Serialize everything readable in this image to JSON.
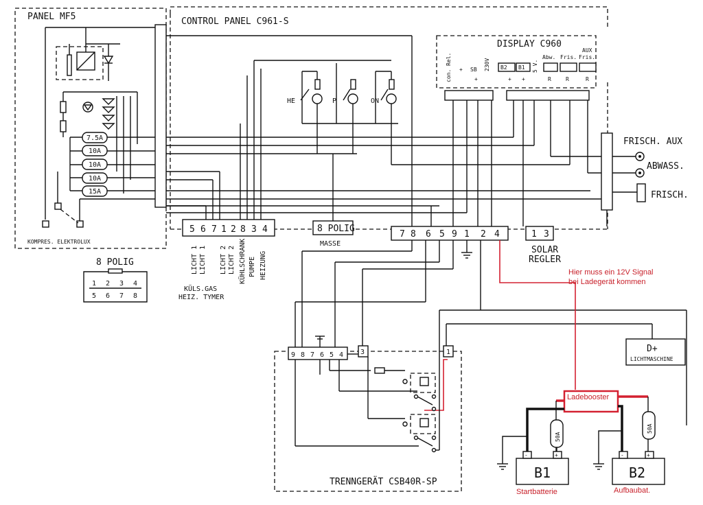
{
  "panels": {
    "mf5": "PANEL MF5",
    "c961": "CONTROL PANEL C961-S",
    "display": "DISPLAY C960",
    "trenn": "TRENNGERÄT CSB40R-SP"
  },
  "mf5": {
    "fuses": [
      "7.5A",
      "10A",
      "10A",
      "10A",
      "15A"
    ],
    "kompres": "KOMPRES. ELEKTROLUX"
  },
  "switches": [
    "HE",
    "P",
    "ON"
  ],
  "display_terms": [
    "con. Rel.",
    "+",
    "SB",
    "+",
    "230V",
    "B2",
    "B1",
    "+",
    "+",
    "5 V.",
    "R",
    "R",
    "R"
  ],
  "display_icons": [
    "Abw.",
    "Fris.",
    "AUX",
    "Fris."
  ],
  "tanks": [
    "FRISCH. AUX",
    "ABWASS.",
    "FRISCH."
  ],
  "connector_a": {
    "pins": [
      "5",
      "6",
      "7",
      "1",
      "2",
      "8",
      "3",
      "4"
    ],
    "labels": [
      "LICHT 1",
      "LICHT 1",
      "LICHT 2",
      "LICHT 2",
      "KÜHLSCHRANK",
      "PUMPE",
      "HEIZUNG"
    ],
    "bottom1": "KÜLS.GAS",
    "bottom2": "HEIZ. TYMER"
  },
  "connector_masse": {
    "title": "8 POLIG",
    "label": "MASSE"
  },
  "connector_b": {
    "pins": [
      "7",
      "8",
      "6",
      "5",
      "9",
      "1",
      "2",
      "4"
    ]
  },
  "solar": {
    "pins": [
      "1",
      "3"
    ],
    "line1": "SOLAR",
    "line2": "REGLER"
  },
  "polig_legend": {
    "title": "8 POLIG",
    "top": [
      "1",
      "2",
      "3",
      "4"
    ],
    "bottom": [
      "5",
      "6",
      "7",
      "8"
    ]
  },
  "trenn_pins": [
    "9",
    "8",
    "7",
    "6",
    "5",
    "4"
  ],
  "trenn_single": [
    "3",
    "1"
  ],
  "note": {
    "line1": "Hier muss ein 12V Signal",
    "line2": "bei Ladegerät kommen"
  },
  "dplus": {
    "title": "D+",
    "sub": "LICHTMASCHINE"
  },
  "ladebooster": "Ladebooster",
  "fuse50": "50A",
  "batteries": {
    "b1": "B1",
    "b2": "B2",
    "b1_label": "Startbatterie",
    "b2_label": "Aufbaubat."
  },
  "colors": {
    "ink": "#111111",
    "annotation": "#d42030"
  }
}
